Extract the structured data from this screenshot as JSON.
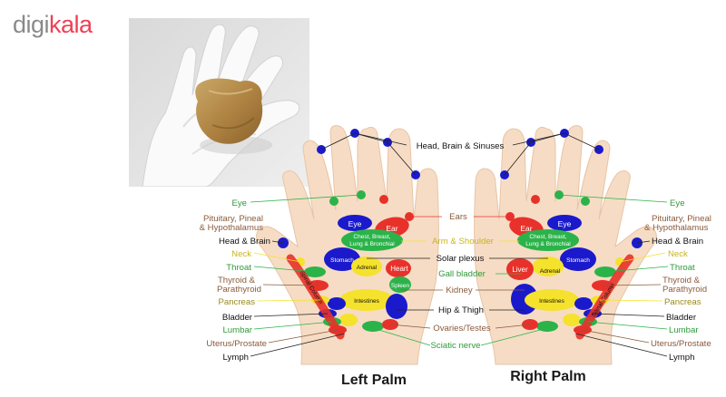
{
  "brand": {
    "part1": "digi",
    "part2": "kala",
    "color_grey": "#8a8a8a",
    "color_red": "#ef4056"
  },
  "photo": {
    "icon": "wooden-massage-tool-on-white-glove"
  },
  "diagram": {
    "left_palm_title": "Left Palm",
    "right_palm_title": "Right Palm",
    "center_labels": {
      "head": "Head, Brain & Sinuses",
      "ears": "Ears",
      "arm_shoulder": "Arm & Shoulder",
      "solar_plexus": "Solar plexus",
      "gall_bladder": "Gall bladder",
      "kidney": "Kidney",
      "hip_thigh": "Hip & Thigh",
      "ovaries": "Ovaries/Testes",
      "sciatic": "Sciatic nerve"
    },
    "side_labels": {
      "eye": "Eye",
      "pituitary_1": "Pituitary, Pineal",
      "pituitary_2": "& Hypothalamus",
      "head_brain": "Head & Brain",
      "neck": "Neck",
      "throat": "Throat",
      "thyroid_1": "Thyroid &",
      "thyroid_2": "Parathyroid",
      "pancreas": "Pancreas",
      "bladder": "Bladder",
      "lumbar": "Lumbar",
      "uterus": "Uterus/Prostate",
      "lymph": "Lymph"
    },
    "palm_labels": {
      "eye": "Eye",
      "ear": "Ear",
      "chest_1": "Chest, Breast,",
      "chest_2": "Lung & Bronchial",
      "stomach": "Stomach",
      "adrenal": "Adrenal",
      "heart": "Heart",
      "spleen": "Spleen",
      "intestines": "Intestines",
      "spinal": "Spinal Column",
      "liver": "Liver"
    },
    "colors": {
      "blue": "#1a1acc",
      "red": "#e8312a",
      "green": "#2bb34a",
      "yellow": "#f5e22c",
      "skin": "#f6dcc4",
      "label_green": "#2e9a3a",
      "label_brown": "#8b5a3c",
      "label_olive": "#9a8a1a",
      "label_black": "#111111"
    }
  }
}
